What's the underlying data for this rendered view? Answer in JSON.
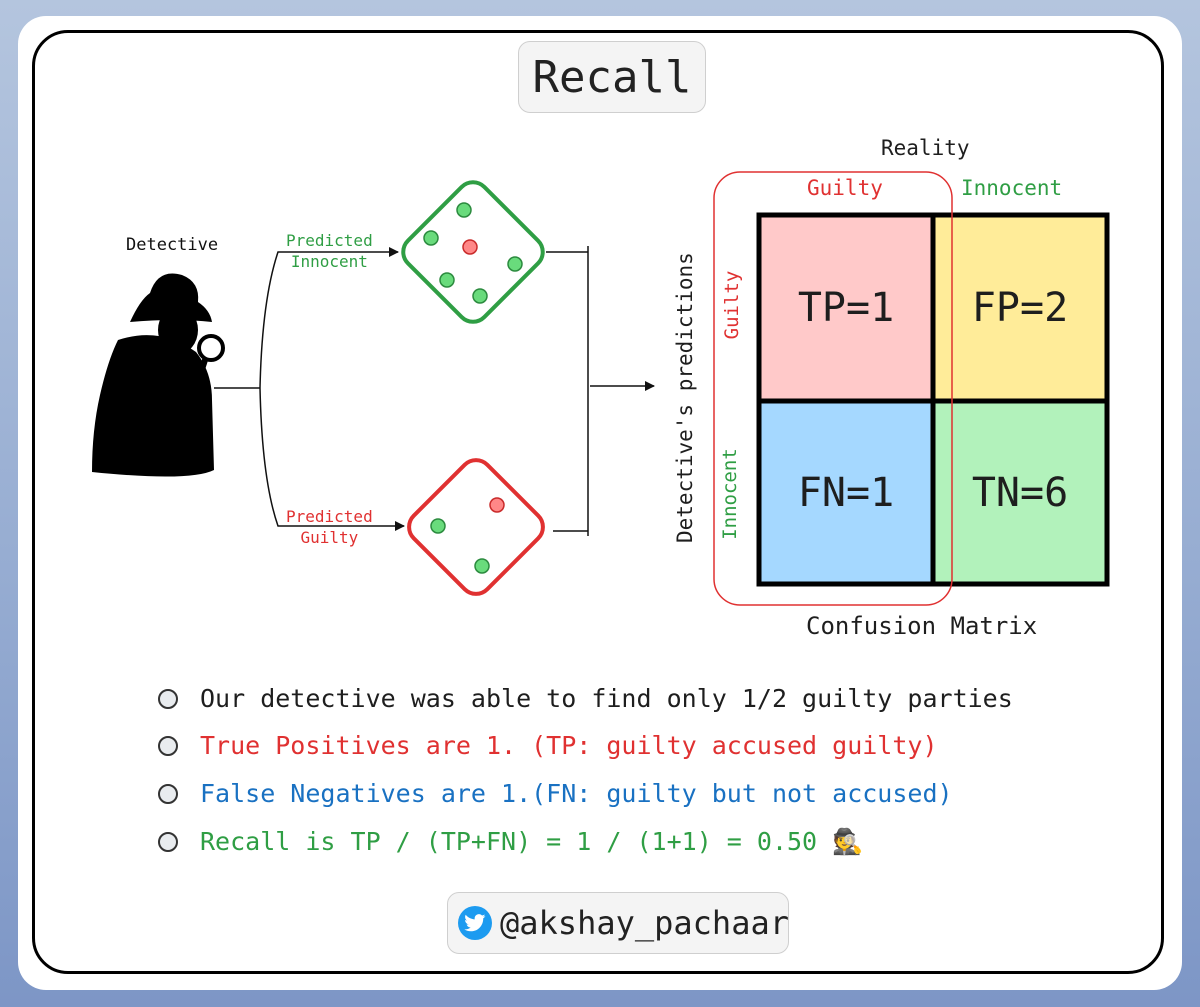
{
  "title": "Recall",
  "detective_label": "Detective",
  "predicted_innocent": [
    "Predicted",
    "Innocent"
  ],
  "predicted_guilty": [
    "Predicted",
    "Guilty"
  ],
  "matrix": {
    "reality_label": "Reality",
    "col_guilty": "Guilty",
    "col_innocent": "Innocent",
    "axis_label": "Detective's predictions",
    "row_guilty": "Guilty",
    "row_innocent": "Innocent",
    "tp": "TP=1",
    "fp": "FP=2",
    "fn": "FN=1",
    "tn": "TN=6",
    "caption": "Confusion Matrix"
  },
  "bullets": [
    "Our detective was able to find only 1/2 guilty parties",
    "True Positives are 1. (TP: guilty accused guilty)",
    "False Negatives are 1.(FN: guilty but not accused)",
    "Recall is TP / (TP+FN) = 1 / (1+1) = 0.50 🕵"
  ],
  "handle": "@akshay_pachaar",
  "colors": {
    "green": "#2f9e44",
    "red": "#e03131",
    "blue": "#1971c2",
    "tp_fill": "#ffc9c9",
    "fp_fill": "#ffec99",
    "fn_fill": "#a5d8ff",
    "tn_fill": "#b2f2bb"
  }
}
